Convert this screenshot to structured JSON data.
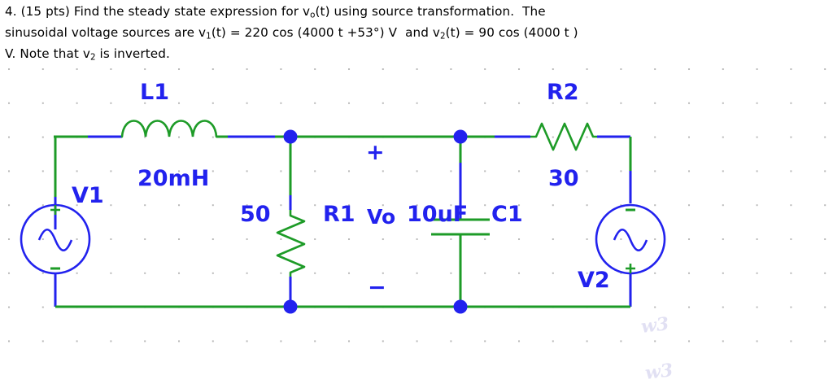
{
  "problem": {
    "line1_a": "4. (15 pts) Find the steady state expression for v",
    "line1_sub": "o",
    "line1_b": "(t) using source transformation.",
    "line1_c": "The",
    "line2_a": "sinusoidal voltage sources are v",
    "line2_sub1": "1",
    "line2_b": "(t) = 220 cos (4000 t +53°) V",
    "line2_c": "and v",
    "line2_sub2": "2",
    "line2_d": "(t) = 90 cos (4000 t )",
    "line3_a": "V.  Note that v",
    "line3_sub": "2",
    "line3_b": " is inverted."
  },
  "schematic": {
    "colors": {
      "wire_green": "#1d9b27",
      "wire_blue": "#2222ee",
      "label_blue": "#2222ee",
      "junction_blue": "#2222ee",
      "grid_dot": "#b9b9b9",
      "background": "#ffffff"
    },
    "components": {
      "inductor": {
        "designator": "L1",
        "value": "20mH"
      },
      "resistor_r1": {
        "designator": "R1",
        "value": "50"
      },
      "resistor_r2": {
        "designator": "R2",
        "value": "30"
      },
      "capacitor": {
        "designator": "C1",
        "value": "10uF"
      },
      "source_v1": {
        "designator": "V1",
        "plus": "+",
        "minus": "−",
        "plus_position": "top",
        "minus_position": "bottom"
      },
      "source_v2": {
        "designator": "V2",
        "plus": "+",
        "minus": "−",
        "plus_position": "bottom",
        "minus_position": "top"
      },
      "output": {
        "label": "Vo",
        "plus": "+",
        "minus": "−"
      }
    },
    "watermarks": [
      "w3",
      "w3"
    ]
  }
}
